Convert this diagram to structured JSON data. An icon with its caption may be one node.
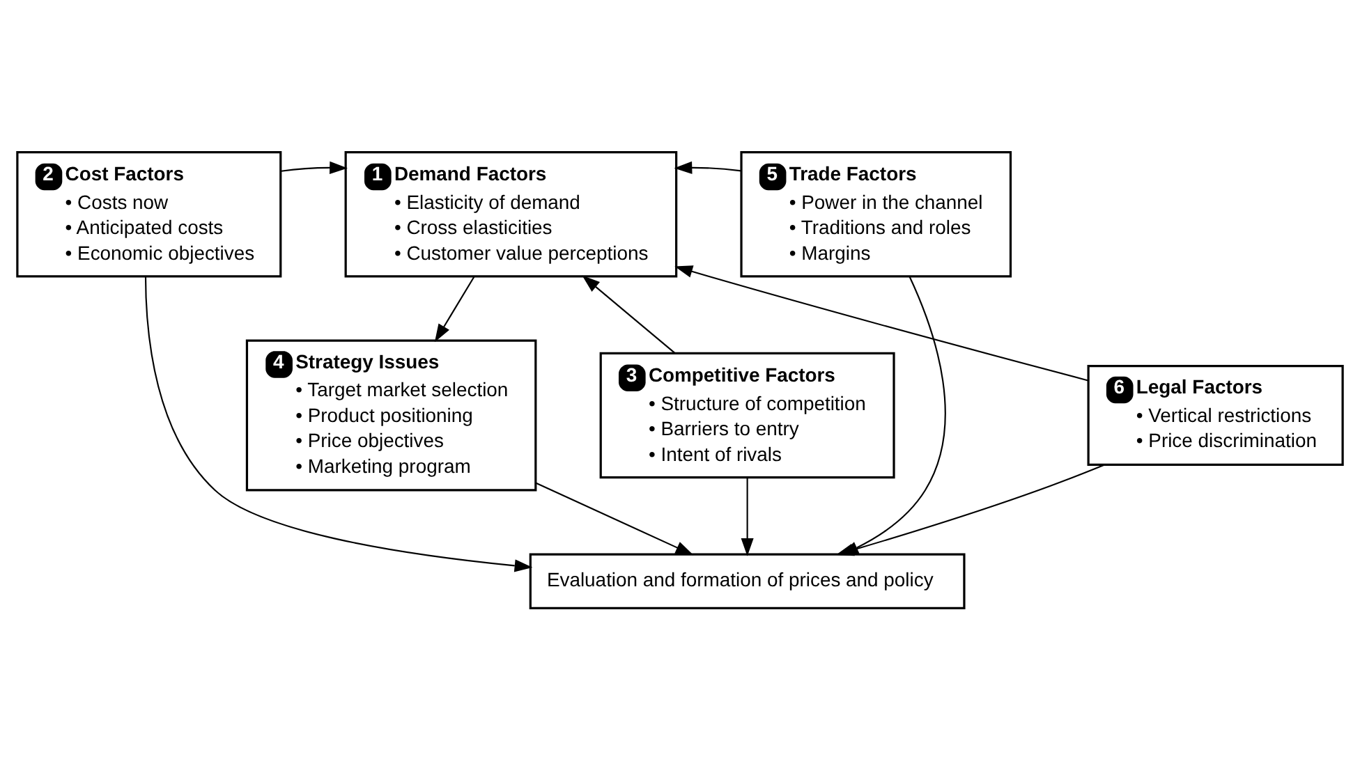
{
  "diagram": {
    "nodes": [
      {
        "text": [
          "1",
          "Demand Factors",
          "• Elasticity of demand",
          "• Cross elasticities",
          "• Customer value perceptions"
        ]
      },
      {
        "text": [
          "2",
          "Cost Factors",
          "• Costs now",
          "• Anticipated costs",
          "• Economic objectives"
        ]
      },
      {
        "text": [
          "5",
          "Trade Factors",
          "• Power in the channel",
          "• Traditions and roles",
          "• Margins"
        ]
      },
      {
        "text": [
          "4",
          "Strategy Issues",
          "• Target market selection",
          "• Product positioning",
          "• Price objectives",
          "• Marketing program"
        ]
      },
      {
        "text": [
          "3",
          "Competitive Factors",
          "• Structure of competition",
          "• Barriers to entry",
          "• Intent of rivals"
        ]
      },
      {
        "text": [
          "6",
          "Legal Factors",
          "• Vertical restrictions",
          "• Price discrimination"
        ]
      },
      {
        "text": [
          "Evaluation and formation of prices and policy"
        ]
      }
    ],
    "edges": [
      {
        "from": 1,
        "to": 0,
        "arrow": "to"
      },
      {
        "from": 4,
        "to": 0,
        "arrow": "to"
      },
      {
        "from": 2,
        "to": 0,
        "arrow": "to"
      },
      {
        "from": 5,
        "to": 0,
        "arrow": "to"
      },
      {
        "from": 0,
        "to": 3,
        "arrow": "to"
      },
      {
        "from": 3,
        "to": 6,
        "arrow": "to"
      },
      {
        "from": 1,
        "to": 6,
        "arrow": "to"
      },
      {
        "from": 4,
        "to": 6,
        "arrow": "to"
      },
      {
        "from": 2,
        "to": 6,
        "arrow": "to"
      },
      {
        "from": 5,
        "to": 6,
        "arrow": "to"
      }
    ]
  }
}
